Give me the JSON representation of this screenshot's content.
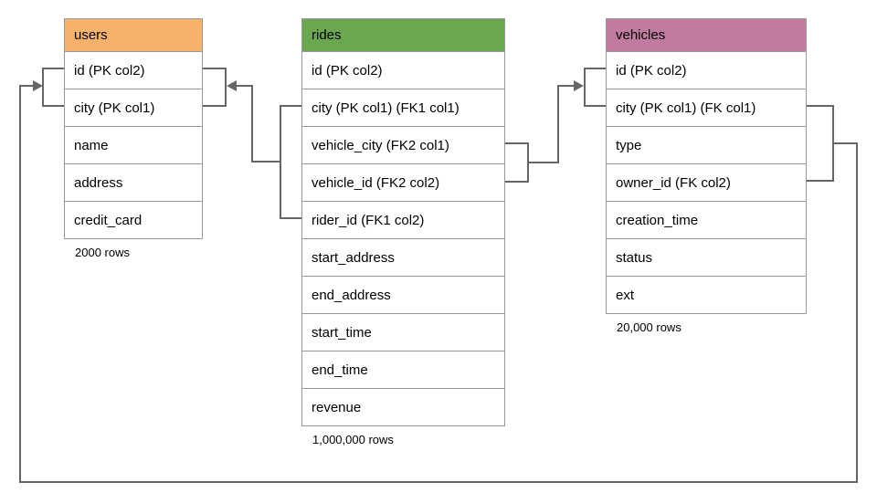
{
  "diagram": {
    "background_color": "#ffffff",
    "line_color": "#666666",
    "border_color": "#999999",
    "text_color": "#000000",
    "tables": [
      {
        "name": "users",
        "header_color": "#F6B26B",
        "columns": [
          "id (PK col2)",
          "city (PK col1)",
          "name",
          "address",
          "credit_card"
        ],
        "row_count_label": "2000 rows"
      },
      {
        "name": "rides",
        "header_color": "#6AA84F",
        "columns": [
          "id (PK col2)",
          "city (PK col1) (FK1 col1)",
          "vehicle_city (FK2 col1)",
          "vehicle_id (FK2 col2)",
          "rider_id (FK1 col2)",
          "start_address",
          "end_address",
          "start_time",
          "end_time",
          "revenue"
        ],
        "row_count_label": "1,000,000 rows"
      },
      {
        "name": "vehicles",
        "header_color": "#C27BA0",
        "columns": [
          "id (PK col2)",
          "city (PK col1) (FK col1)",
          "type",
          "owner_id (FK col2)",
          "creation_time",
          "status",
          "ext"
        ],
        "row_count_label": "20,000 rows"
      }
    ],
    "relationships": [
      {
        "name": "rides-to-users-fk1",
        "description": "rides (city, rider_id) references users (city, id)"
      },
      {
        "name": "rides-to-vehicles-fk2",
        "description": "rides (vehicle_city, vehicle_id) references vehicles (city, id)"
      },
      {
        "name": "vehicles-to-users-fk",
        "description": "vehicles (city, owner_id) references users (city, id)"
      }
    ]
  }
}
